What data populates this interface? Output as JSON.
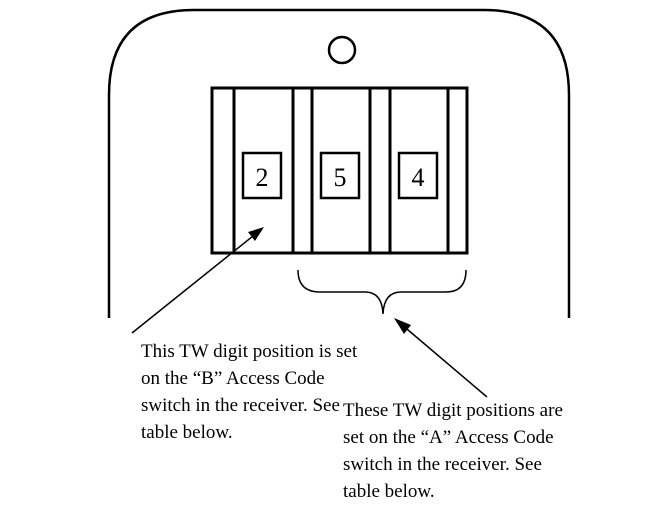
{
  "digits": [
    "2",
    "5",
    "4"
  ],
  "callout_b": {
    "lines": [
      "This TW digit position is set",
      "on the “B” Access Code",
      "switch in the receiver. See",
      "table below."
    ]
  },
  "callout_a": {
    "lines": [
      "These TW digit positions are",
      "set on the “A” Access Code",
      "switch in the receiver. See",
      "table below."
    ]
  }
}
